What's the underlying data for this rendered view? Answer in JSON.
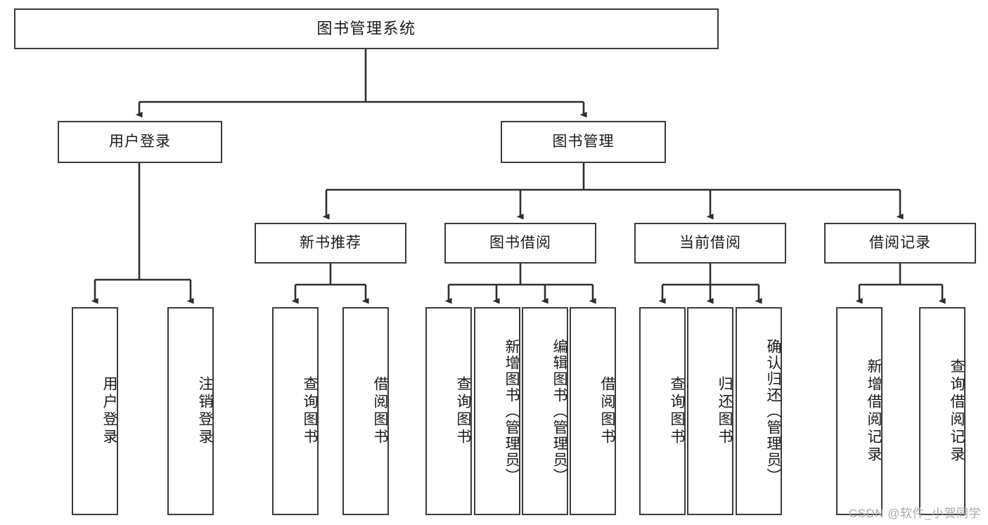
{
  "diagram": {
    "type": "tree",
    "title": "图书管理系统",
    "watermark": "CSDN @软件_小贺同学",
    "colors": {
      "box_border": "#3b3b3b",
      "box_fill": "#ffffff",
      "connector": "#2e2e2e",
      "text": "#1a1a1a",
      "watermark": "#a8a8a8"
    },
    "root": {
      "label": "图书管理系统"
    },
    "level2": [
      {
        "id": "user-login",
        "label": "用户登录"
      },
      {
        "id": "book-manage",
        "label": "图书管理"
      }
    ],
    "level3": [
      {
        "id": "new-book-rec",
        "label": "新书推荐"
      },
      {
        "id": "book-borrow",
        "label": "图书借阅"
      },
      {
        "id": "current-borrow",
        "label": "当前借阅"
      },
      {
        "id": "borrow-record",
        "label": "借阅记录"
      }
    ],
    "leaves": {
      "user_login": [
        {
          "id": "leaf-user-login",
          "label": "用户登录"
        },
        {
          "id": "leaf-logout-login",
          "label": "注销登录"
        }
      ],
      "new_book_rec": [
        {
          "id": "leaf-query-book-1",
          "label": "查询图书"
        },
        {
          "id": "leaf-borrow-book-1",
          "label": "借阅图书"
        }
      ],
      "book_borrow": [
        {
          "id": "leaf-query-book-2",
          "label": "查询图书"
        },
        {
          "id": "leaf-add-book",
          "label": "新增图书（管理员）"
        },
        {
          "id": "leaf-edit-book",
          "label": "编辑图书（管理员）"
        },
        {
          "id": "leaf-borrow-book-2",
          "label": "借阅图书"
        }
      ],
      "current_borrow": [
        {
          "id": "leaf-query-book-3",
          "label": "查询图书"
        },
        {
          "id": "leaf-return-book",
          "label": "归还图书"
        },
        {
          "id": "leaf-confirm-return",
          "label": "确认归还（管理员）"
        }
      ],
      "borrow_record": [
        {
          "id": "leaf-add-record",
          "label": "新增借阅记录"
        },
        {
          "id": "leaf-query-record",
          "label": "查询借阅记录"
        }
      ]
    }
  }
}
